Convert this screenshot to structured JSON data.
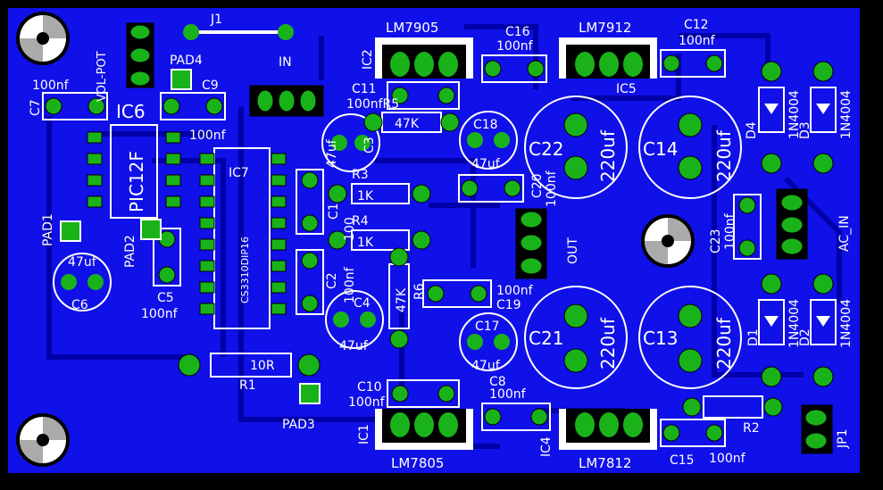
{
  "colors": {
    "board": "#1010e8",
    "board_edge": "#000000",
    "trace": "#0000b8",
    "pad": "#19b319",
    "silk": "#ffffff",
    "hole": "#000000"
  },
  "labels": {
    "j1": "J1",
    "in": "IN",
    "lm7905": "LM7905",
    "lm7912": "LM7912",
    "lm7805": "LM7805",
    "lm7812": "LM7812",
    "ic1": "IC1",
    "ic2": "IC2",
    "ic4": "IC4",
    "ic5": "IC5",
    "ic6": "IC6",
    "ic7": "IC7",
    "pic": "PIC12F",
    "cs3310": "CS3310DIP16",
    "vol_pot": "VOL-POT",
    "pad1": "PAD1",
    "pad2": "PAD2",
    "pad3": "PAD3",
    "pad4": "PAD4",
    "c1": "C1",
    "c2": "C2",
    "c3": "C3",
    "c4": "C4",
    "c5": "C5",
    "c6": "C6",
    "c7": "C7",
    "c8": "C8",
    "c9": "C9",
    "c10": "C10",
    "c11": "C11",
    "c12": "C12",
    "c13": "C13",
    "c14": "C14",
    "c15": "C15",
    "c16": "C16",
    "c17": "C17",
    "c18": "C18",
    "c19": "C19",
    "c21": "C21",
    "c22": "C22",
    "c23": "C23",
    "c20": "C20",
    "r1": "R1",
    "r2": "R2",
    "r3": "R3",
    "r4": "R4",
    "r5": "R5",
    "r6": "R6",
    "d1": "D1",
    "d2": "D2",
    "d3": "D3",
    "d4": "D4",
    "jp1": "JP1",
    "out": "OUT",
    "ac_in": "AC_IN",
    "v100nf": "100nf",
    "v100nf_r5": "100nfR5",
    "v47uf": "47uf",
    "v220uf": "220uf",
    "v47k": "47K",
    "v1k": "1K",
    "v10r": "10R",
    "v1n4004": "1N4004",
    "v100": "100"
  }
}
